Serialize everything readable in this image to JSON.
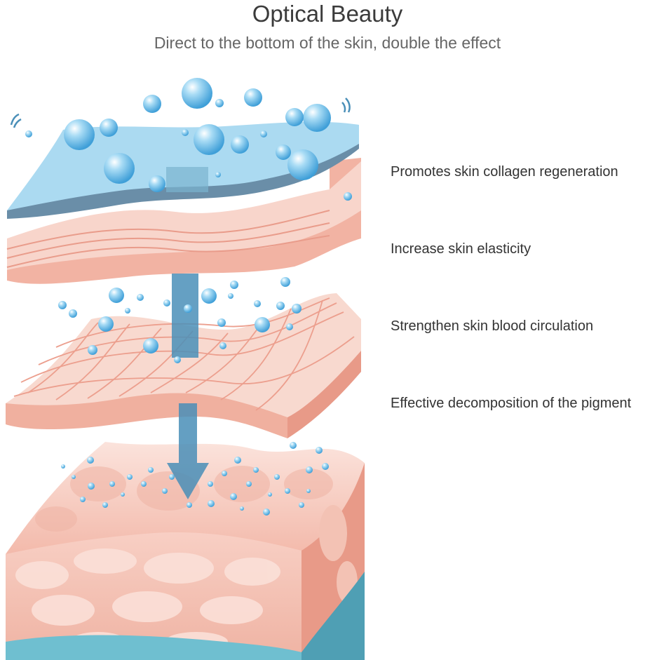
{
  "header": {
    "title": "Optical Beauty",
    "subtitle": "Direct to the bottom of the skin, double the effect"
  },
  "benefits": [
    {
      "label": "Promotes skin collagen regeneration"
    },
    {
      "label": "Increase skin elasticity"
    },
    {
      "label": "Strengthen skin blood circulation"
    },
    {
      "label": "Effective decomposition of the pigment"
    }
  ],
  "colors": {
    "water_blue": "#8fd0ee",
    "bubble_blue": "#5fb7e6",
    "skin_pink": "#f7c7bb",
    "skin_dark": "#e9a08f",
    "arrow": "#4a8fb8",
    "base_blue": "#6fbfd0"
  }
}
